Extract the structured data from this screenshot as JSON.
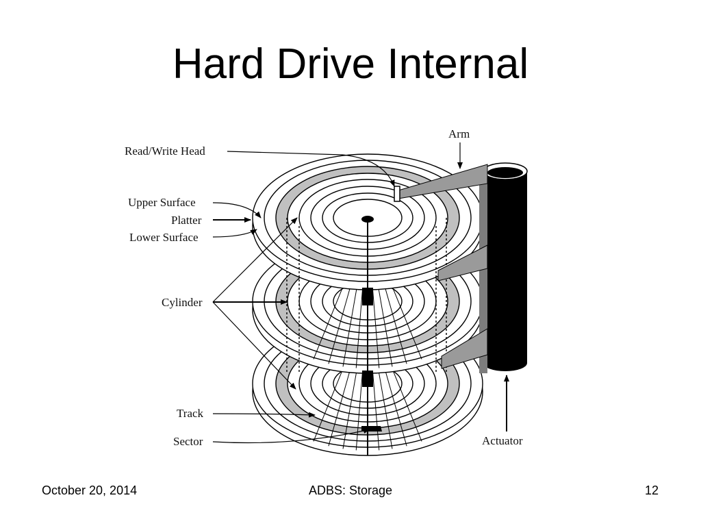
{
  "slide": {
    "title": "Hard Drive Internal"
  },
  "diagram": {
    "labels": {
      "read_write_head": "Read/Write Head",
      "arm": "Arm",
      "upper_surface": "Upper Surface",
      "platter": "Platter",
      "lower_surface": "Lower Surface",
      "cylinder": "Cylinder",
      "track": "Track",
      "sector": "Sector",
      "actuator": "Actuator"
    },
    "colors": {
      "line": "#000000",
      "cylinder_band": "#c0c0c0",
      "arm_fill": "#9a9a9a"
    }
  },
  "footer": {
    "date": "October 20, 2014",
    "course": "ADBS: Storage",
    "page": "12"
  }
}
